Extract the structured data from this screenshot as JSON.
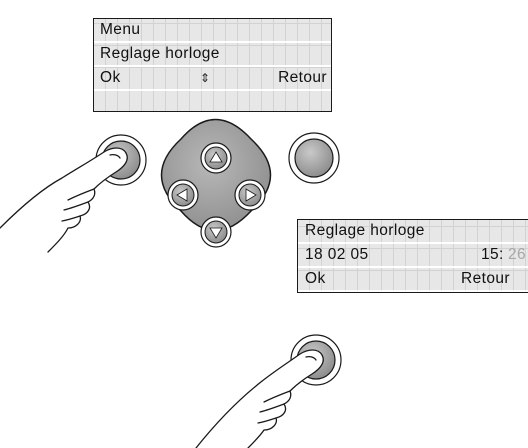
{
  "screen1": {
    "line1": "Menu",
    "line2": "Reglage horloge",
    "line3_left": "Ok",
    "line3_indicator": "⇕",
    "line3_right": "Retour"
  },
  "screen2": {
    "line1": "Reglage horloge",
    "line2_date": "18 02 05",
    "line2_time_hour": "15:",
    "line2_time_min": "26",
    "line3_left": "Ok",
    "line3_right": "Retour"
  },
  "colors": {
    "lcd_background": "#e7e7e7",
    "button_fill": "#a8a8a8",
    "dpad_fill": "#9a9a9a",
    "outline": "#1a1a1a"
  },
  "icons": {
    "dpad": [
      "arrow-up-icon",
      "arrow-left-icon",
      "arrow-right-icon",
      "arrow-down-icon"
    ],
    "hands": [
      "pointing-hand-icon"
    ]
  }
}
